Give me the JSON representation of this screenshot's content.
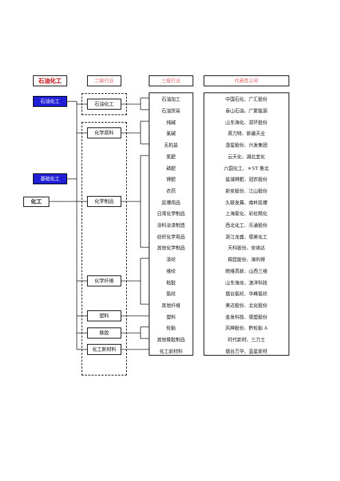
{
  "headers": {
    "sector": "石油化工",
    "level2": "二级行业",
    "level3": "三级行业",
    "companies": "代表性公司"
  },
  "left_nodes": {
    "petrochem": "石油化工",
    "basic": "基础化工",
    "root": "化工"
  },
  "level2": [
    {
      "label": "石油化工"
    },
    {
      "label": "化学原料"
    },
    {
      "label": "化学制品"
    },
    {
      "label": "化学纤维"
    },
    {
      "label": "塑料"
    },
    {
      "label": "橡胶"
    },
    {
      "label": "化工新材料"
    }
  ],
  "level3_rows": [
    {
      "industry": "石油加工",
      "companies": "中国石化、广汇股份"
    },
    {
      "industry": "石油贸易",
      "companies": "泰山石油、广聚能源"
    },
    {
      "industry": "纯碱",
      "companies": "山东海化、双环股份"
    },
    {
      "industry": "氯碱",
      "companies": "英力特、新疆天业"
    },
    {
      "industry": "无机盐",
      "companies": "澄星股份、兴发集团"
    },
    {
      "industry": "氮肥",
      "companies": "云天化、湖北宜化"
    },
    {
      "industry": "磷肥",
      "companies": "六国化工、＊ST 鲁北"
    },
    {
      "industry": "钾肥",
      "companies": "盐湖钾肥、冠农股份"
    },
    {
      "industry": "农药",
      "companies": "新安股份、江山股份"
    },
    {
      "industry": "民爆用品",
      "companies": "久联发展、南岭民爆"
    },
    {
      "industry": "日用化学制品",
      "companies": "上海家化、彩虹精化"
    },
    {
      "industry": "涂料涂漆制造",
      "companies": "西北化工、乐通股份"
    },
    {
      "industry": "纺织化学用品",
      "companies": "浙江龙盛、德美化工"
    },
    {
      "industry": "其他化学制品",
      "companies": "天科股份、安纳达"
    },
    {
      "industry": "涤纶",
      "companies": "桐昆股份、海利得"
    },
    {
      "industry": "维纶",
      "companies": "皖维高新、山西三维"
    },
    {
      "industry": "粘胶",
      "companies": "山东海龙、澳洋科技"
    },
    {
      "industry": "氨纶",
      "companies": "烟台氨纶、华峰氨纶"
    },
    {
      "industry": "其他纤维",
      "companies": "美达股份、北化股份"
    },
    {
      "industry": "塑料",
      "companies": "金发科技、德塑股份"
    },
    {
      "industry": "轮胎",
      "companies": "风神股份、黔轮胎 A"
    },
    {
      "industry": "其他橡胶制品",
      "companies": "时代新材、三力士"
    },
    {
      "industry": "化工新材料",
      "companies": "烟台万华、蓝星新材"
    }
  ]
}
